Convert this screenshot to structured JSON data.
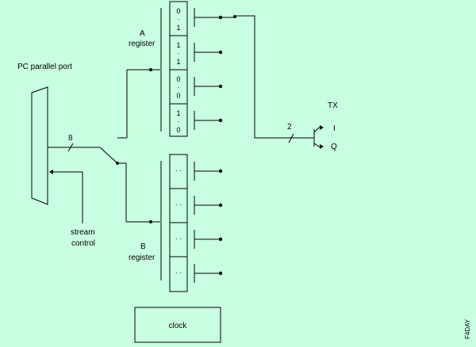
{
  "colors": {
    "background": "#c8ffe0",
    "ink": "#000000"
  },
  "labels": {
    "parallel_port": "PC parallel port",
    "a_register": [
      "A",
      "register"
    ],
    "b_register": [
      "B",
      "register"
    ],
    "stream_control": [
      "stream",
      "control"
    ],
    "clock": "clock",
    "tx": "TX",
    "tx_i": "I",
    "tx_q": "Q",
    "bus_width_port": "8",
    "bus_width_iq": "2",
    "watermark": "F4DAY"
  },
  "a_register": {
    "cells": [
      {
        "top": "0",
        "mid": "·",
        "bottom": "1"
      },
      {
        "top": "1",
        "mid": "·",
        "bottom": "1"
      },
      {
        "top": "0",
        "mid": "·",
        "bottom": "0"
      },
      {
        "top": "1",
        "mid": "·",
        "bottom": "0"
      }
    ]
  },
  "b_register": {
    "cells": [
      {
        "top": "",
        "mid": "· ·",
        "bottom": ""
      },
      {
        "top": "",
        "mid": "· ·",
        "bottom": ""
      },
      {
        "top": "",
        "mid": "· ·",
        "bottom": ""
      },
      {
        "top": "",
        "mid": "· ·",
        "bottom": ""
      }
    ]
  }
}
